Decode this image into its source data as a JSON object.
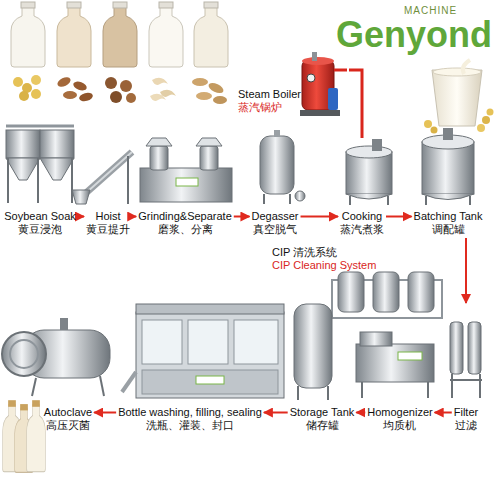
{
  "diagram": {
    "nodes": [
      {
        "text": [
          "Steam Boiler",
          "蒸汽锅炉"
        ]
      },
      {
        "text": [
          "Soybean Soak",
          "黄豆浸泡"
        ]
      },
      {
        "text": [
          "Hoist",
          "黄豆提升"
        ]
      },
      {
        "text": [
          "Grinding&Separate",
          "磨浆、分离"
        ]
      },
      {
        "text": [
          "Degasser",
          "真空脱气"
        ]
      },
      {
        "text": [
          "Cooking",
          "蒸汽煮浆"
        ]
      },
      {
        "text": [
          "Batching Tank",
          "调配罐"
        ]
      },
      {
        "text": [
          "CIP 清洗系统",
          "CIP Cleaning System"
        ]
      },
      {
        "text": [
          "Filter",
          "过滤"
        ]
      },
      {
        "text": [
          "Homogenizer",
          "均质机"
        ]
      },
      {
        "text": [
          "Storage Tank",
          "储存罐"
        ]
      },
      {
        "text": [
          "Bottle washing, filling, sealing",
          "洗瓶、灌装、封口"
        ]
      },
      {
        "text": [
          "Autoclave",
          "高压灭菌"
        ]
      }
    ],
    "edges": [
      {
        "from": 0,
        "to": 5,
        "arrow": "none"
      },
      {
        "from": 1,
        "to": 2,
        "arrow": "to"
      },
      {
        "from": 2,
        "to": 3,
        "arrow": "to"
      },
      {
        "from": 3,
        "to": 4,
        "arrow": "to"
      },
      {
        "from": 4,
        "to": 5,
        "arrow": "to"
      },
      {
        "from": 5,
        "to": 6,
        "arrow": "to"
      },
      {
        "from": 6,
        "to": 8,
        "arrow": "to"
      },
      {
        "from": 8,
        "to": 9,
        "arrow": "to"
      },
      {
        "from": 9,
        "to": 10,
        "arrow": "to"
      },
      {
        "from": 10,
        "to": 11,
        "arrow": "to"
      },
      {
        "from": 11,
        "to": 12,
        "arrow": "to"
      }
    ],
    "labels": [
      "MACHINE",
      "Genyond"
    ]
  }
}
